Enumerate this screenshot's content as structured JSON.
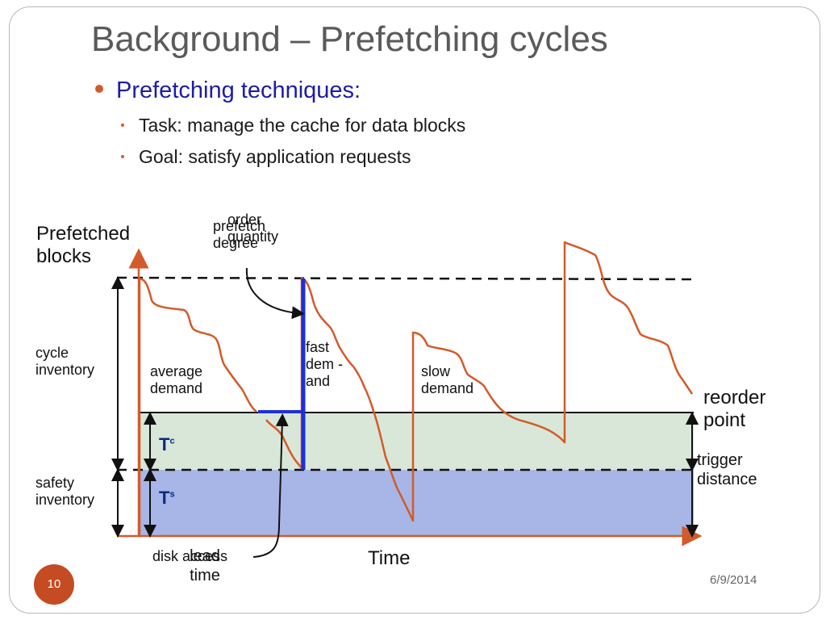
{
  "slide": {
    "title": "Background – Prefetching cycles",
    "bullet": "Prefetching techniques:",
    "subbullets": [
      "Task: manage the cache for data blocks",
      "Goal: satisfy application requests"
    ],
    "page_number": "10",
    "date": "6/9/2014"
  },
  "diagram": {
    "y_axis_label": "Prefetched blocks",
    "x_axis_label": "Time",
    "left_labels": {
      "cycle_inventory": "cycle inventory",
      "safety_inventory": "safety inventory"
    },
    "right_labels": {
      "reorder_point": "reorder point",
      "trigger_distance": "trigger distance"
    },
    "annotations": {
      "order_quantity": "order quantity",
      "prefetch_degree": "prefetch degree",
      "average_demand": "average demand",
      "fast_demand": "fast dem -and",
      "slow_demand": "slow demand",
      "lead_time": "lead time",
      "disk_access": "disk access"
    },
    "symbols": {
      "tc_letter": "T",
      "tc_sup": "c",
      "ts_letter": "T",
      "ts_sup": "s"
    },
    "colors": {
      "safety_band": "#a7b6e6",
      "cycle_band": "#d8e7d8",
      "inventory_curve": "#d35a2a",
      "order_bar": "#1f2fd8",
      "axis": "#d35a2a"
    }
  }
}
